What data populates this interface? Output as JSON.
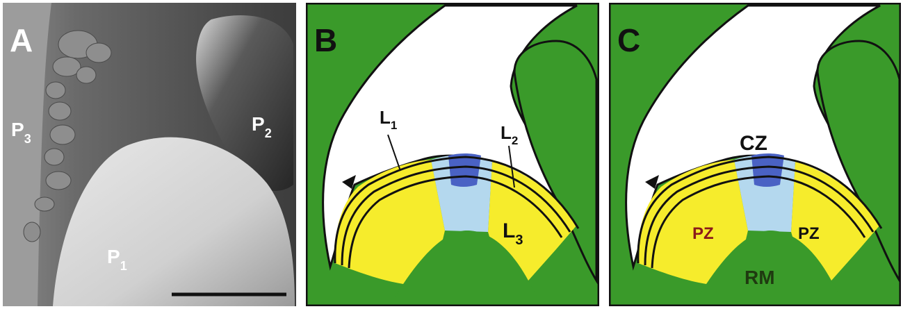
{
  "panels": {
    "a": {
      "letter": "A",
      "labels": {
        "p1": {
          "base": "P",
          "sub": "1"
        },
        "p2": {
          "base": "P",
          "sub": "2"
        },
        "p3": {
          "base": "P",
          "sub": "3"
        }
      }
    },
    "b": {
      "letter": "B",
      "labels": {
        "l1": {
          "base": "L",
          "sub": "1"
        },
        "l2": {
          "base": "L",
          "sub": "2"
        },
        "l3": {
          "base": "L",
          "sub": "3"
        }
      }
    },
    "c": {
      "letter": "C",
      "labels": {
        "cz": "CZ",
        "pz_left": "PZ",
        "pz_right": "PZ",
        "rm": "RM"
      }
    }
  },
  "colors": {
    "tissue_green": "#3a9a2a",
    "peripheral_yellow": "#f6ec2c",
    "central_light_blue": "#b4d8ee",
    "central_dark_blue": "#4a62c4",
    "outline": "#111111"
  }
}
